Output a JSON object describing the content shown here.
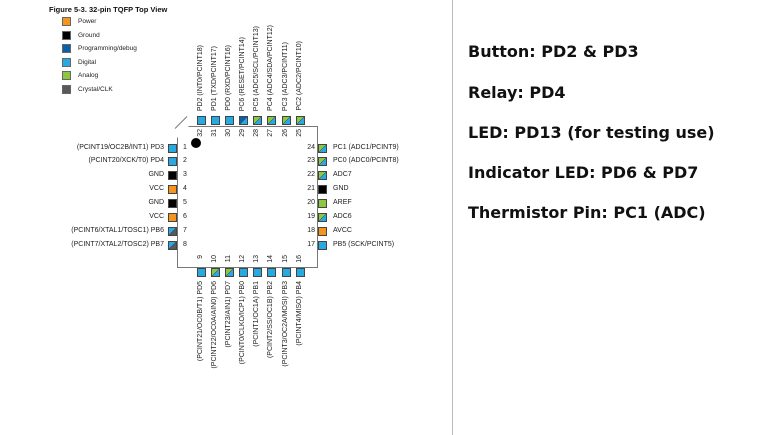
{
  "figure": {
    "title": "Figure 5-3.  32-pin TQFP Top View"
  },
  "legend": [
    {
      "label": "Power",
      "type": "power"
    },
    {
      "label": "Ground",
      "type": "ground"
    },
    {
      "label": "Programming/debug",
      "type": "prog"
    },
    {
      "label": "Digital",
      "type": "digital"
    },
    {
      "label": "Analog",
      "type": "analog"
    },
    {
      "label": "Crystal/CLK",
      "type": "crystal"
    }
  ],
  "colors": {
    "power": "#f7941d",
    "ground": "#000000",
    "prog": "#0b5fa5",
    "digital": "#27aae1",
    "analog": "#8dc63f",
    "crystal": "#58595b"
  },
  "pins": {
    "left": [
      {
        "num": "1",
        "label": "(PCINT19/OC2B/INT1) PD3",
        "type": "digital"
      },
      {
        "num": "2",
        "label": "(PCINT20/XCK/T0) PD4",
        "type": "digital"
      },
      {
        "num": "3",
        "label": "GND",
        "type": "ground"
      },
      {
        "num": "4",
        "label": "VCC",
        "type": "power"
      },
      {
        "num": "5",
        "label": "GND",
        "type": "ground"
      },
      {
        "num": "6",
        "label": "VCC",
        "type": "power"
      },
      {
        "num": "7",
        "label": "(PCINT6/XTAL1/TOSC1) PB6",
        "type": "digital/crystal"
      },
      {
        "num": "8",
        "label": "(PCINT7/XTAL2/TOSC2) PB7",
        "type": "digital/crystal"
      }
    ],
    "right": [
      {
        "num": "24",
        "label": "PC1 (ADC1/PCINT9)",
        "type": "analog/digital"
      },
      {
        "num": "23",
        "label": "PC0 (ADC0/PCINT8)",
        "type": "analog/digital"
      },
      {
        "num": "22",
        "label": "ADC7",
        "type": "analog/digital"
      },
      {
        "num": "21",
        "label": "GND",
        "type": "ground"
      },
      {
        "num": "20",
        "label": "AREF",
        "type": "analog"
      },
      {
        "num": "19",
        "label": "ADC6",
        "type": "analog/digital"
      },
      {
        "num": "18",
        "label": "AVCC",
        "type": "power"
      },
      {
        "num": "17",
        "label": "PB5 (SCK/PCINT5)",
        "type": "digital"
      }
    ],
    "top": [
      {
        "num": "32",
        "label": "PD2 (INT0/PCINT18)",
        "type": "digital"
      },
      {
        "num": "31",
        "label": "PD1 (TXD/PCINT17)",
        "type": "digital"
      },
      {
        "num": "30",
        "label": "PD0 (RXD/PCINT16)",
        "type": "digital"
      },
      {
        "num": "29",
        "label": "PC6 (RESET/PCINT14)",
        "type": "prog/digital"
      },
      {
        "num": "28",
        "label": "PC5 (ADC5/SCL/PCINT13)",
        "type": "analog/digital"
      },
      {
        "num": "27",
        "label": "PC4 (ADC4/SDA/PCINT12)",
        "type": "analog/digital"
      },
      {
        "num": "26",
        "label": "PC3 (ADC3/PCINT11)",
        "type": "analog/digital"
      },
      {
        "num": "25",
        "label": "PC2 (ADC2/PCINT10)",
        "type": "analog/digital"
      }
    ],
    "bottom": [
      {
        "num": "9",
        "label": "(PCINT21/OC0B/T1) PD5",
        "type": "digital"
      },
      {
        "num": "10",
        "label": "(PCINT22/OC0A/AIN0) PD6",
        "type": "analog/digital"
      },
      {
        "num": "11",
        "label": "(PCINT23/AIN1) PD7",
        "type": "analog/digital"
      },
      {
        "num": "12",
        "label": "(PCINT0/CLKO/ICP1) PB0",
        "type": "digital"
      },
      {
        "num": "13",
        "label": "(PCINT1/OC1A) PB1",
        "type": "digital"
      },
      {
        "num": "14",
        "label": "(PCINT2/SS/OC1B) PB2",
        "type": "digital"
      },
      {
        "num": "15",
        "label": "(PCINT3/OC2A/MOSI) PB3",
        "type": "digital"
      },
      {
        "num": "16",
        "label": "(PCINT4/MISO) PB4",
        "type": "digital"
      }
    ]
  },
  "notes": [
    "Button: PD2 & PD3",
    "Relay: PD4",
    "LED: PD13 (for testing use)",
    "Indicator LED: PD6 & PD7",
    "Thermistor Pin: PC1 (ADC)"
  ]
}
